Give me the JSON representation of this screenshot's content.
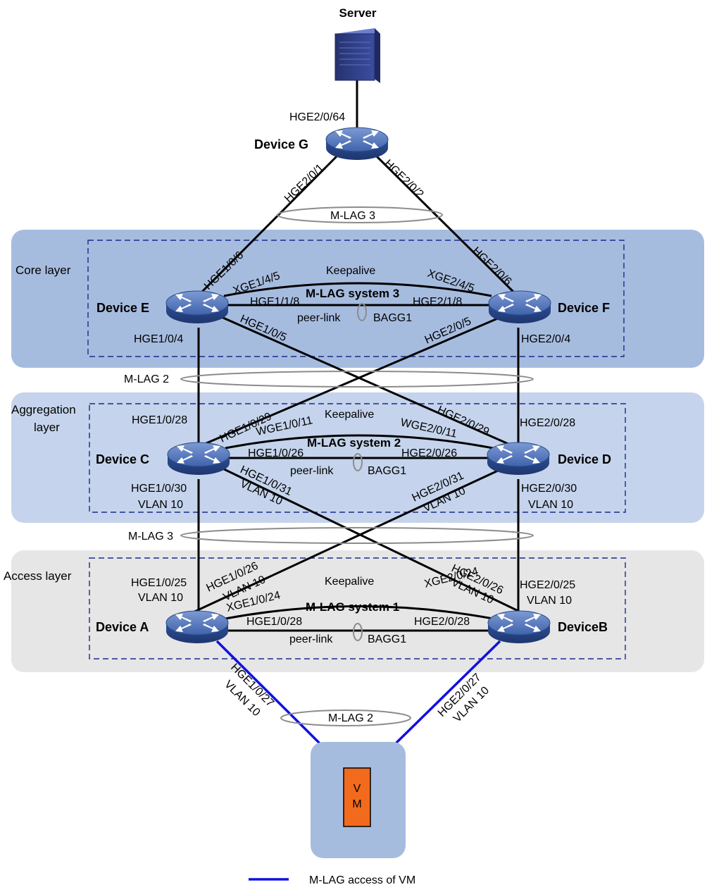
{
  "server": {
    "label": "Server",
    "port": "HGE2/0/64"
  },
  "layers": {
    "core": "Core layer",
    "aggregation_line1": "Aggregation",
    "aggregation_line2": "layer",
    "access": "Access layer"
  },
  "devices": {
    "g": "Device G",
    "e": "Device E",
    "f": "Device F",
    "c": "Device C",
    "d": "Device D",
    "a": "Device A",
    "b": "DeviceB"
  },
  "ports": {
    "g_left": "HGE2/0/1",
    "g_right": "HGE2/0/2",
    "e_up": "HGE1/0/6",
    "f_up": "HGE2/0/6",
    "e_keep": "XGE1/4/5",
    "f_keep": "XGE2/4/5",
    "e_peer": "HGE1/1/8",
    "f_peer": "HGE2/1/8",
    "e_cross": "HGE1/0/5",
    "f_cross": "HGE2/0/5",
    "e_down": "HGE1/0/4",
    "f_down": "HGE2/0/4",
    "c_up": "HGE1/0/28",
    "d_up": "HGE2/0/28",
    "c_cross_up": "HGE1/0/29",
    "d_cross_up": "HGE2/0/29",
    "c_keep": "WGE1/0/11",
    "d_keep": "WGE2/0/11",
    "c_peer": "HGE1/0/26",
    "d_peer": "HGE2/0/26",
    "c_down": "HGE1/0/30",
    "d_down": "HGE2/0/30",
    "c_cross_down": "HGE1/0/31",
    "d_cross_down": "HGE2/0/31",
    "a_up": "HGE1/0/25",
    "b_up": "HGE2/0/25",
    "a_cross": "HGE1/0/26",
    "b_cross": "HGE2/0/26",
    "a_keep": "XGE1/0/24",
    "b_keep": "XGE2/0/24",
    "a_peer": "HGE1/0/28",
    "b_peer": "HGE2/0/28",
    "a_vm": "HGE1/0/27",
    "b_vm": "HGE2/0/27"
  },
  "vlan": "VLAN 10",
  "mlag": {
    "top": "M-LAG 3",
    "core_agg": "M-LAG 2",
    "agg_access": "M-LAG 3",
    "vm": "M-LAG 2"
  },
  "systems": {
    "s3": "M-LAG system 3",
    "s2": "M-LAG system 2",
    "s1": "M-LAG system 1"
  },
  "keepalive": "Keepalive",
  "peer_link": "peer-link",
  "bagg": "BAGG1",
  "vm": {
    "line1": "V",
    "line2": "M"
  },
  "legend": {
    "label": "M-LAG access of VM",
    "color": "#1010e0"
  },
  "colors": {
    "core_band": "#a6bcdf",
    "agg_band": "#c5d4ec",
    "access_band": "#e6e6e6",
    "device_body": "#4a6fb5",
    "vm_box": "#f26a1b"
  }
}
